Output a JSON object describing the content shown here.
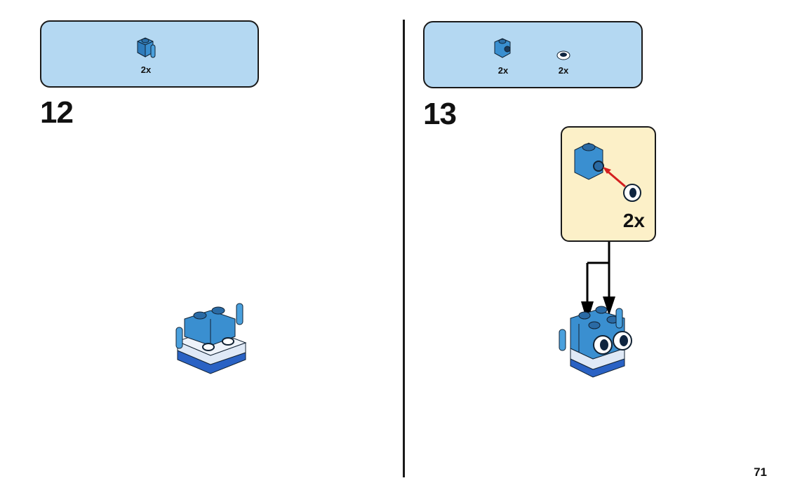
{
  "page": {
    "number": "71"
  },
  "steps": [
    {
      "number": "12",
      "parts": [
        {
          "name": "1x1 brick with handle",
          "icon": "brick-1x1-clip-icon",
          "qty": "2x"
        }
      ]
    },
    {
      "number": "13",
      "parts": [
        {
          "name": "1x1 brick with side stud",
          "icon": "brick-1x1-side-stud-icon",
          "qty": "2x"
        },
        {
          "name": "round tile with eye print",
          "icon": "eye-tile-icon",
          "qty": "2x"
        }
      ],
      "callout": {
        "qty": "2x"
      }
    }
  ],
  "colors": {
    "parts_box_bg": "#b4d8f2",
    "callout_bg": "#fcf0c8",
    "brick_blue": "#3a8fd0",
    "arrow_red": "#d42020"
  }
}
